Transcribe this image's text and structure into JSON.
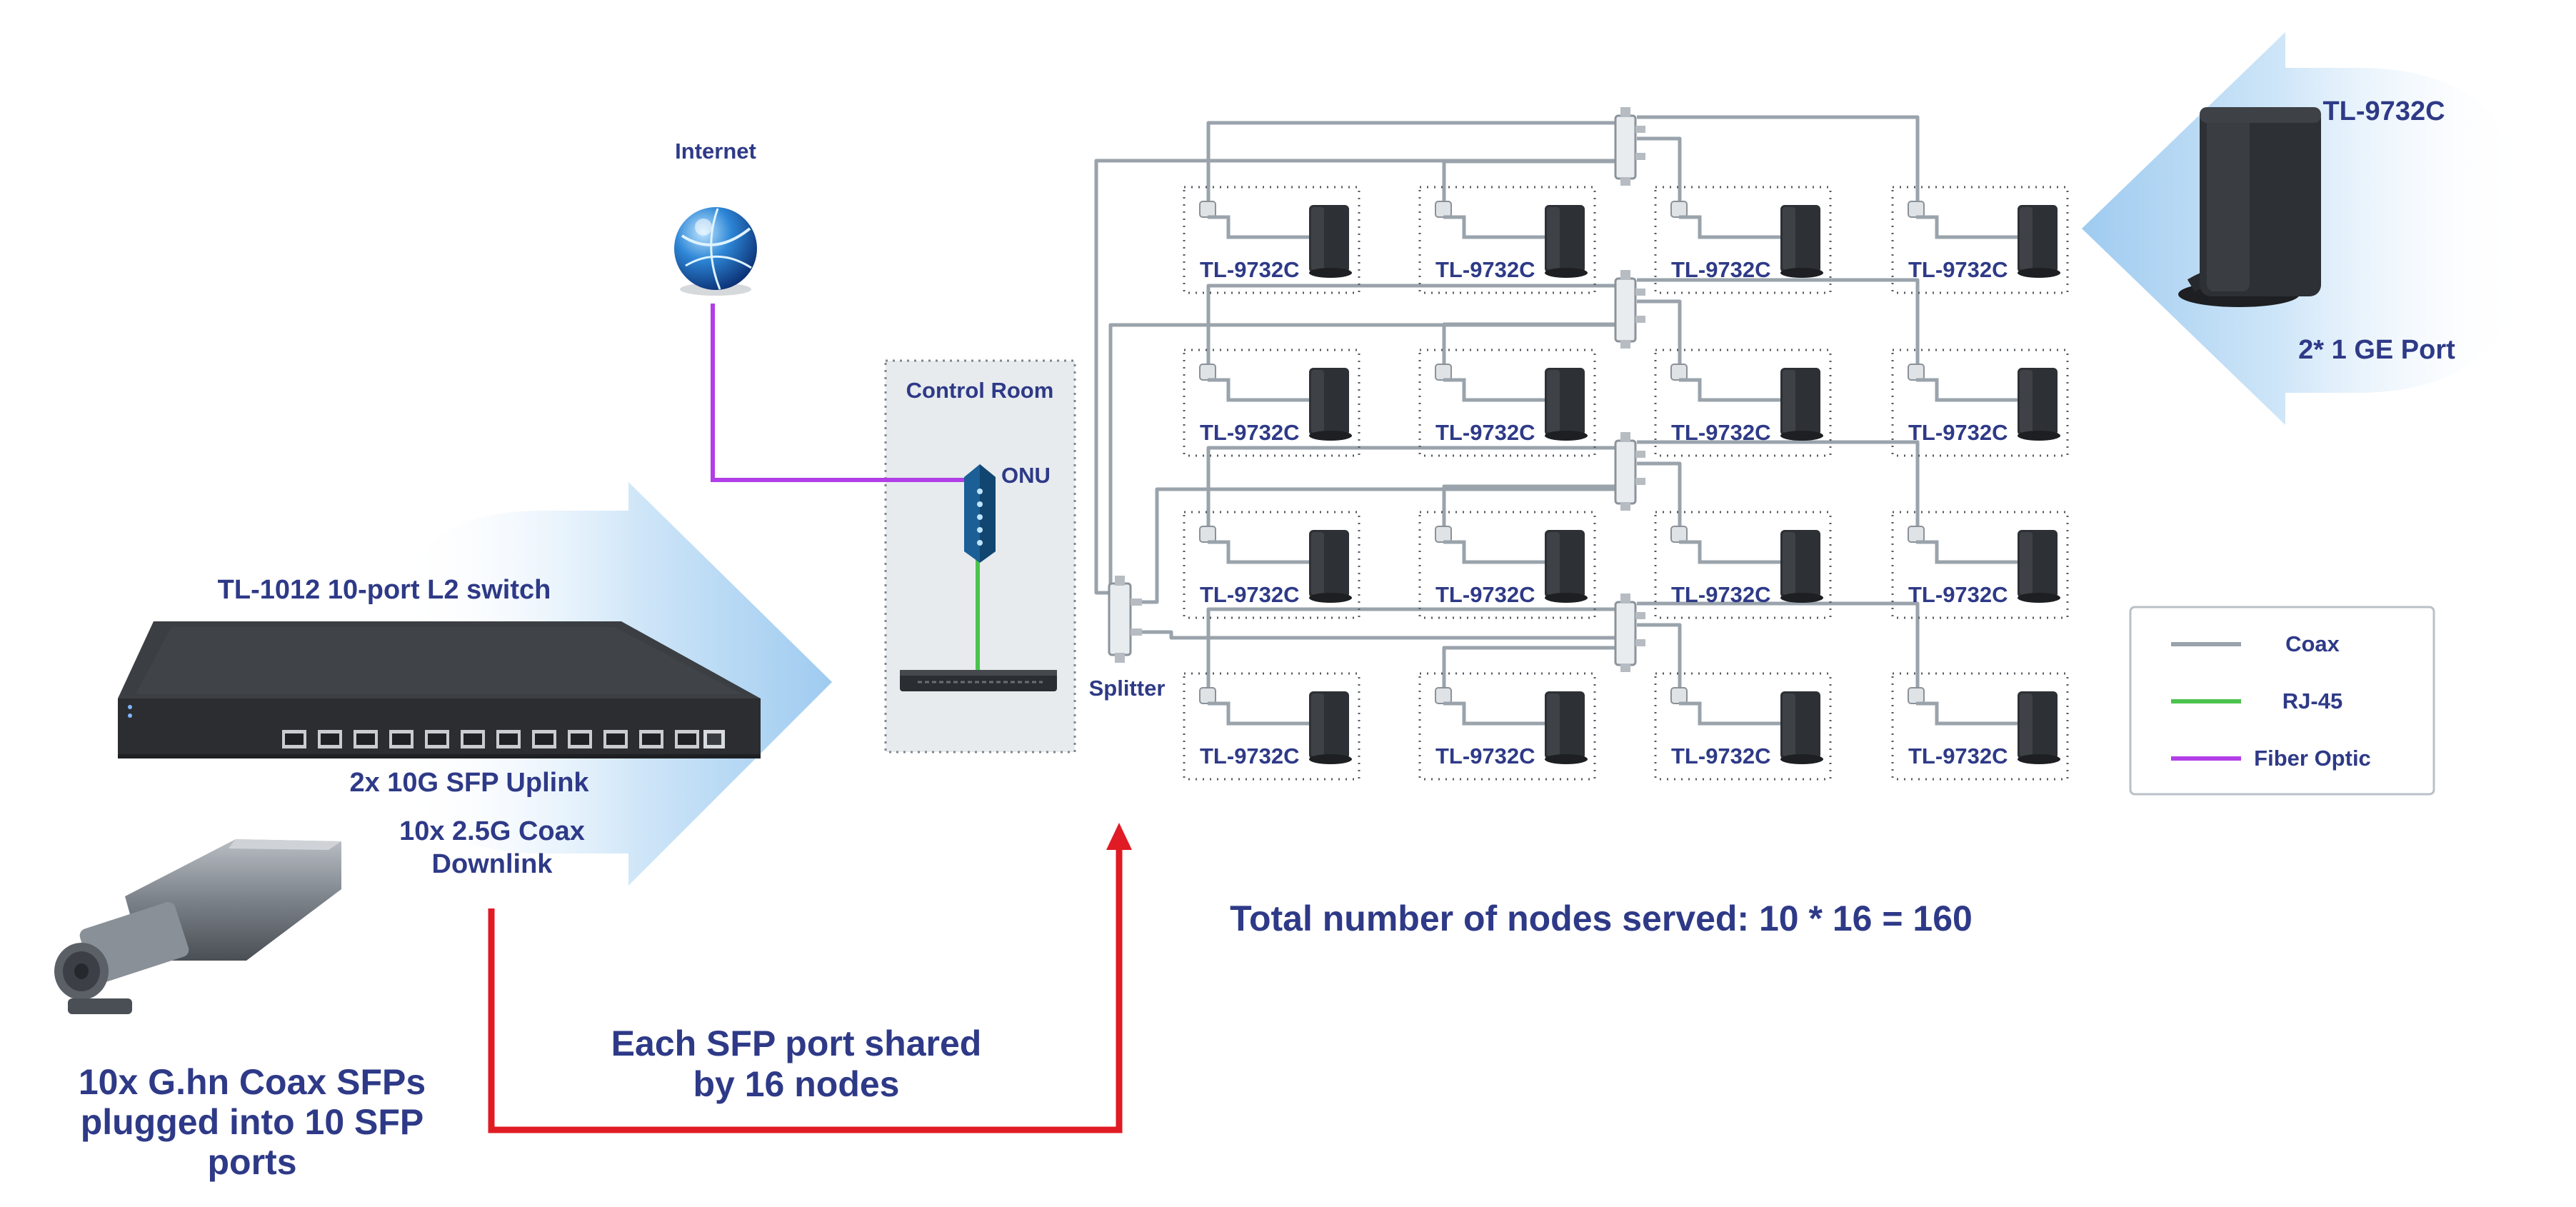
{
  "labels": {
    "internet": "Internet",
    "control_room": "Control Room",
    "onu": "ONU",
    "splitter": "Splitter",
    "switch_name": "TL-1012 10-port L2 switch",
    "uplink": "2x 10G SFP Uplink",
    "downlink_line1": "10x 2.5G Coax",
    "downlink_line2": "Downlink",
    "sfp_line1": "10x G.hn Coax SFPs",
    "sfp_line2": "plugged into 10 SFP",
    "sfp_line3": "ports",
    "shared_line1": "Each SFP port shared",
    "shared_line2": "by 16 nodes",
    "total": "Total number of nodes served: 10 * 16 = 160",
    "callout_model": "TL-9732C",
    "callout_port": "2* 1 GE Port"
  },
  "node_label": "TL-9732C",
  "grid": {
    "rows": 4,
    "cols": 4
  },
  "legend": [
    {
      "label": "Coax",
      "color": "#9aa3ab"
    },
    {
      "label": "RJ-45",
      "color": "#4cc24f"
    },
    {
      "label": "Fiber Optic",
      "color": "#b13ee6"
    }
  ],
  "colors": {
    "text": "#2e3a87",
    "coax": "#9aa3ab",
    "rj45": "#4cc24f",
    "fiber": "#b13ee6",
    "red_arrow": "#e01b24",
    "blue_arrow": "#a9d1f1"
  }
}
